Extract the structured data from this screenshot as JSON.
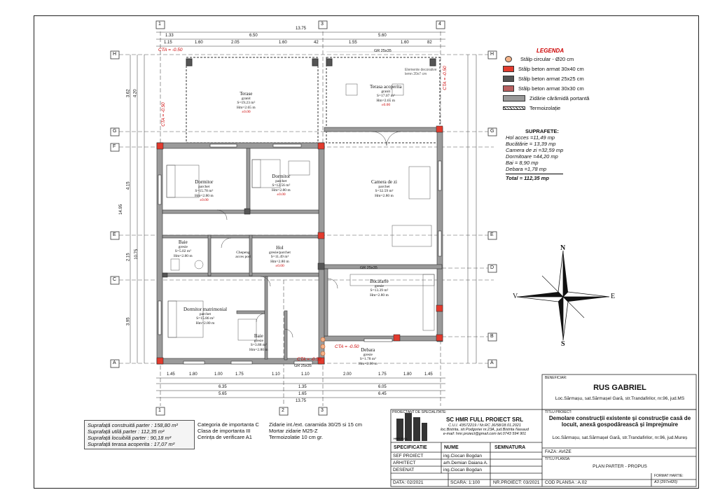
{
  "legend": {
    "title": "LEGENDA",
    "items": [
      {
        "label": "Stâlp circular - Ø20 cm",
        "color": "#f4b38a"
      },
      {
        "label": "Stâlp beton armat 30x40 cm",
        "color": "#e23b2e"
      },
      {
        "label": "Stâlp beton armat 25x25 cm",
        "color": "#555555"
      },
      {
        "label": "Stâlp beton armat 30x30 cm",
        "color": "#b86060"
      },
      {
        "label": "Zidărie cărămidă portantă",
        "color": "#9a9a9a"
      },
      {
        "label": "Termoizolație",
        "color": "#ffffff"
      }
    ]
  },
  "surfaces": {
    "title": "SUPRAFETE:",
    "items": [
      "Hol acces =11,49 mp",
      "Bucătărie = 13,39 mp",
      "Camera de zi =32,59 mp",
      "Dormitoare =44,20 mp",
      "Bai = 8,90 mp",
      "Debara =1,78 mp"
    ],
    "total": "Total = 112,35 mp"
  },
  "summary": {
    "lines": [
      "Suprafață construită parter : 158,80 m²",
      "Suprafață utilă parter : 112,35 m²",
      "Suprafață locuibilă parter : 90,18 m²",
      "Suprafață terasa acoperita : 17,07 m²"
    ]
  },
  "notes": {
    "col1": [
      "Categoria de importanta C",
      "Clasa de importanta III",
      "Cerința de verificare A1"
    ],
    "col2": [
      "Zidarie int./ext. caramida 30/25 si 15 cm",
      "Mortar zidarie M25-Z",
      "Termoizolatie 10 cm gr."
    ]
  },
  "title_block": {
    "beneficiar_label": "BENEFICIAR:",
    "beneficiar_name": "RUS GABRIEL",
    "beneficiar_addr": "Loc.Sărmașu, sat.Sărmașel Gară, str.Trandafirilor, nr.96, jud.MS",
    "proiectant_label": "PROIECTANT DE SPECIALITATE:",
    "company": "SC HMR FULL PROIECT SRL",
    "company_lines": [
      "C.U.I. 43572219 / Nr.RC J6/58/18.01.2021",
      "loc.Bistrita, str.Podgoriei nr.23A, jud.Bistrita Nasaud",
      "e-mail: hmr.proiect@gmail.com  tel.0743 594 901"
    ],
    "logo_text": "HMR FULL",
    "titlu_proiect_label": "TITLU PROIECT:",
    "titlu_proiect": "Demolare construcții existente și construcție casă de locuit, anexă gospodărească și împrejmuire",
    "titlu_proiect_addr": "Loc.Sărmașu, sat.Sărmașel Gară, str.Trandafirilor, nr.96, jud.Mureș",
    "faza": "FAZA:  AVIZE",
    "titlu_plansa_label": "TITLU PLANSA:",
    "titlu_plansa": "PLAN PARTER - PROPUS",
    "headers": [
      "SPECIFICATIE",
      "NUME",
      "SEMNATURA"
    ],
    "rows": [
      {
        "spec": "SEF PROIECT",
        "nume": "ing.Ciocan Bogdan"
      },
      {
        "spec": "ARHITECT",
        "nume": "arh.Demian Daiana A."
      },
      {
        "spec": "DESENAT",
        "nume": "ing.Ciocan Bogdan"
      }
    ],
    "data": "DATA:   02/2021",
    "scara": "SCARA: 1:100",
    "nr_proiect": "NR.PROIECT:  03/2021",
    "cod_plansa": "COD PLANSA : A.02",
    "format_label": "FORMAT HARTIE:",
    "format": "A3 (297x420)"
  },
  "compass": {
    "n": "N",
    "s": "S",
    "e": "E",
    "v": "V"
  },
  "grid": {
    "cols": [
      "1",
      "2",
      "3",
      "4"
    ],
    "rows": [
      "H",
      "G",
      "F",
      "E",
      "D",
      "C",
      "B",
      "A"
    ]
  },
  "dims": {
    "top_total": "13.75",
    "top_a": [
      "1.33",
      "6.50",
      "5.60"
    ],
    "top_b": [
      "1.15",
      "1.60",
      "2.05",
      "1.60",
      "42",
      "1.55",
      "1.60",
      "82"
    ],
    "bot_a": [
      "1.45",
      "1.80",
      "1.00",
      "1.75",
      "1.10",
      "1.10",
      "2.00",
      "1.75",
      "1.80",
      "1.45"
    ],
    "bot_b": [
      "6.35",
      "1.35",
      "6.05"
    ],
    "bot_c": [
      "5.65",
      "1.65",
      "6.45"
    ],
    "bot_total": "13.75",
    "left": [
      "3.62",
      "4.15",
      "2.15",
      "3.95",
      "14.95",
      "10.75",
      "4.20"
    ]
  },
  "cta": [
    "CTA = -0.50",
    "CTA = -0.50",
    "CTA = -0.50",
    "CTA = -0.50",
    "CTA = -0.50"
  ],
  "rooms": [
    {
      "name": "Terase",
      "mat": "granit",
      "s": "S=19.23 m²",
      "h": "Hm=2.65 m",
      "z": "±0.00"
    },
    {
      "name": "Terasa acoperita",
      "mat": "granit",
      "s": "S=17.07 m²",
      "h": "Hm=2.65 m",
      "z": "±0.00"
    },
    {
      "name": "Dormitor",
      "mat": "parchet",
      "s": "S=15.78 m²",
      "h": "Hm=2.80 m",
      "z": "±0.00"
    },
    {
      "name": "Dormitor",
      "mat": "parchet",
      "s": "S=12.56 m²",
      "h": "Hm=2.80 m",
      "z": "±0.00"
    },
    {
      "name": "Camera de zi",
      "mat": "parchet",
      "s": "S=32.59 m²",
      "h": "Hm=2.80 m",
      "z": ""
    },
    {
      "name": "Baie",
      "mat": "gresie",
      "s": "S=5.02 m²",
      "h": "Hm=2.80 m",
      "z": ""
    },
    {
      "name": "Hol",
      "mat": "gresie/parchet",
      "s": "S=11.49 m²",
      "h": "Hm=2.80 m",
      "z": "±0.00"
    },
    {
      "name": "Bucatarie",
      "mat": "gresie",
      "s": "S=13.39 m²",
      "h": "Hm=2.80 m",
      "z": ""
    },
    {
      "name": "Dormitor matrimonial",
      "mat": "parchet",
      "s": "S=15.86 m²",
      "h": "Hm=2.80 m",
      "z": ""
    },
    {
      "name": "Baie",
      "mat": "gresie",
      "s": "S=3.88 m²",
      "h": "Hm=2.80 m",
      "z": ""
    },
    {
      "name": "Debara",
      "mat": "gresie",
      "s": "S=1.78 m²",
      "h": "Hm=2.80 m",
      "z": ""
    }
  ],
  "labels": {
    "chepeng": "Chepeng acces pod",
    "gr_labels": [
      "GR 25x35",
      "GR 25x35",
      "GR 25x35"
    ],
    "decor": "Elemente decorative lemn 20x7 cm"
  }
}
